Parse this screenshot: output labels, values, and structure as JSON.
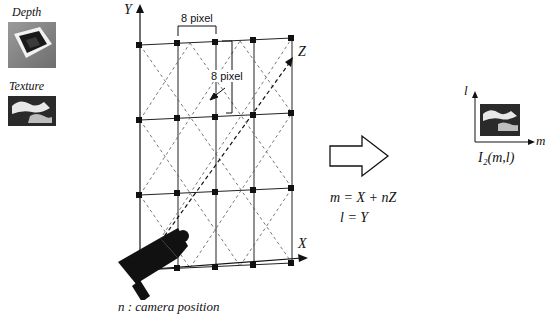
{
  "diagram": {
    "labels": [
      "Depth",
      "Texture",
      "Y",
      "8 pixel",
      "8 pixel",
      "Z",
      "X",
      "m = X + nZ",
      "l = Y",
      "l",
      "m",
      "I₂(m,l)",
      "n : camera position"
    ]
  }
}
